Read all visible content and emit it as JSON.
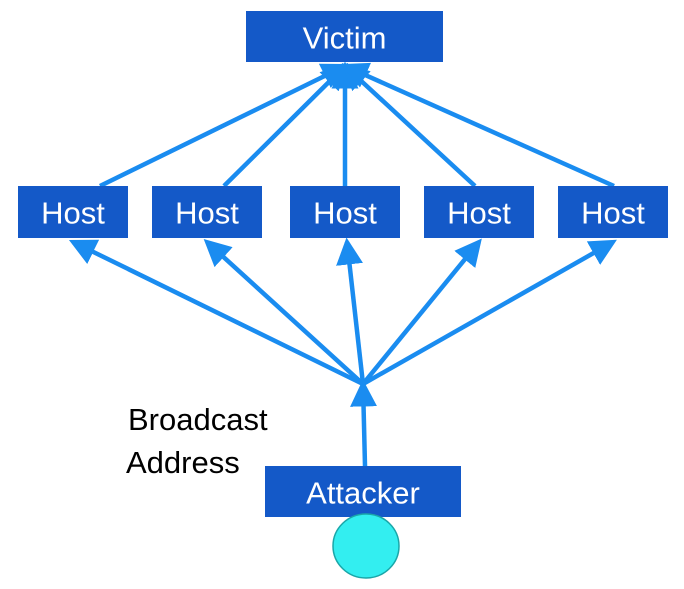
{
  "diagram": {
    "title": "Smurf attack via broadcast address",
    "colors": {
      "node_fill": "#1459c8",
      "node_text": "#ffffff",
      "edge": "#1a8cf0",
      "attacker_circle_fill": "#33eef0",
      "attacker_circle_stroke": "#1aa6a8",
      "label_text": "#000000"
    },
    "victim": {
      "label": "Victim"
    },
    "hosts": [
      {
        "label": "Host"
      },
      {
        "label": "Host"
      },
      {
        "label": "Host"
      },
      {
        "label": "Host"
      },
      {
        "label": "Host"
      }
    ],
    "attacker": {
      "label": "Attacker"
    },
    "broadcast_label": {
      "line1": "Broadcast",
      "line2": "Address"
    },
    "edges": [
      {
        "from": "attacker",
        "to": "broadcast-hub",
        "arrow": "end"
      },
      {
        "from": "broadcast-hub",
        "to": "host-1",
        "arrow": "end"
      },
      {
        "from": "broadcast-hub",
        "to": "host-2",
        "arrow": "end"
      },
      {
        "from": "broadcast-hub",
        "to": "host-3",
        "arrow": "end"
      },
      {
        "from": "broadcast-hub",
        "to": "host-4",
        "arrow": "end"
      },
      {
        "from": "broadcast-hub",
        "to": "host-5",
        "arrow": "end"
      },
      {
        "from": "host-1",
        "to": "victim",
        "arrow": "end"
      },
      {
        "from": "host-2",
        "to": "victim",
        "arrow": "end"
      },
      {
        "from": "host-3",
        "to": "victim",
        "arrow": "end"
      },
      {
        "from": "host-4",
        "to": "victim",
        "arrow": "end"
      },
      {
        "from": "host-5",
        "to": "victim",
        "arrow": "end"
      }
    ]
  }
}
